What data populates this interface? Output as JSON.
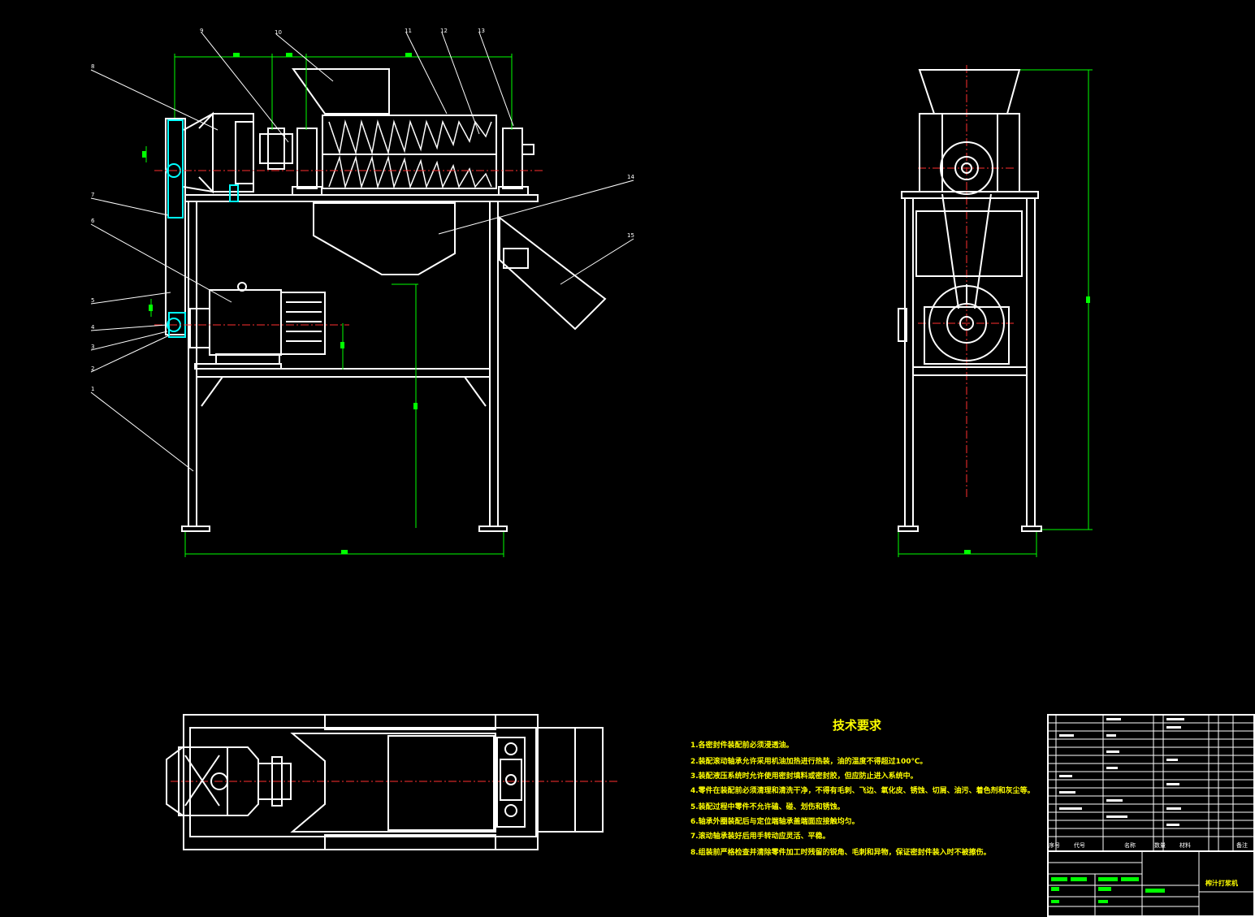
{
  "drawing": {
    "background": "#000000",
    "line_color": "#ffffff",
    "dimension_color": "#00ff00",
    "centerline_color": "#ff3030",
    "part_color": "#00ffff",
    "note_color": "#ffff00"
  },
  "callouts": [
    "9",
    "10",
    "11",
    "12",
    "13",
    "8",
    "7",
    "6",
    "5",
    "4",
    "3",
    "2",
    "1",
    "14",
    "15"
  ],
  "tech_requirements": {
    "title": "技术要求",
    "items": [
      "1.各密封件装配前必须浸透油。",
      "2.装配滚动轴承允许采用机油加热进行热装，油的温度不得超过100℃。",
      "3.装配液压系统时允许使用密封填料或密封胶，但应防止进入系统中。",
      "4.零件在装配前必须清理和清洗干净，不得有毛刺、飞边、氧化皮、锈蚀、切屑、油污、着色剂和灰尘等。",
      "5.装配过程中零件不允许磕、碰、划伤和锈蚀。",
      "6.轴承外圈装配后与定位端轴承盖端面应接触均匀。",
      "7.滚动轴承装好后用手转动应灵活、平稳。",
      "8.组装前严格检查并清除零件加工时残留的锐角、毛刺和异物，保证密封件装入时不被擦伤。"
    ]
  },
  "title_block": {
    "headers": [
      "序号",
      "代号",
      "名称",
      "数量",
      "材料",
      "备注"
    ],
    "drawing_name": "榨汁打浆机"
  }
}
